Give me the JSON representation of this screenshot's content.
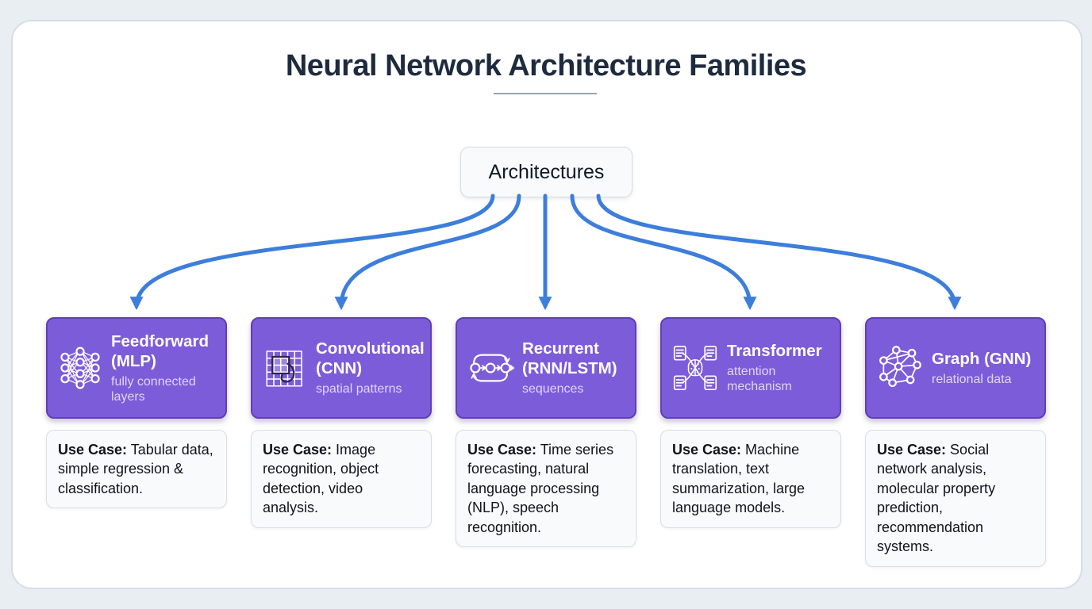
{
  "page": {
    "title": "Neural Network Architecture Families"
  },
  "root_node": {
    "label": "Architectures"
  },
  "colors": {
    "page_background": "#e9eef3",
    "card_background": "#ffffff",
    "title_text": "#1e2a3d",
    "family_node_fill": "#7d5cd9",
    "family_node_border": "#5f3fb5",
    "family_subtitle_text": "#ded7f8",
    "arrow_blue": "#3d7edb",
    "use_case_background": "#f9fafb"
  },
  "families": [
    {
      "icon": "mlp-network-icon",
      "title": "Feedforward (MLP)",
      "subtitle": "fully connected layers",
      "use_case_label": "Use Case:",
      "use_case_text": " Tabular data, simple regression & classification."
    },
    {
      "icon": "cnn-grid-icon",
      "title": "Convolutional (CNN)",
      "subtitle": "spatial patterns",
      "use_case_label": "Use Case:",
      "use_case_text": " Image recognition, object detection, video analysis."
    },
    {
      "icon": "rnn-loop-icon",
      "title": "Recurrent (RNN/LSTM)",
      "subtitle": "sequences",
      "use_case_label": "Use Case:",
      "use_case_text": " Time series forecasting, natural language processing (NLP), speech recognition."
    },
    {
      "icon": "transformer-attention-icon",
      "title": "Transformer",
      "subtitle": "attention mechanism",
      "use_case_label": "Use Case:",
      "use_case_text": " Machine translation, text summarization, large language models."
    },
    {
      "icon": "gnn-graph-icon",
      "title": "Graph (GNN)",
      "subtitle": "relational data",
      "use_case_label": "Use Case:",
      "use_case_text": " Social network analysis, molecular property prediction, recommendation systems."
    }
  ]
}
